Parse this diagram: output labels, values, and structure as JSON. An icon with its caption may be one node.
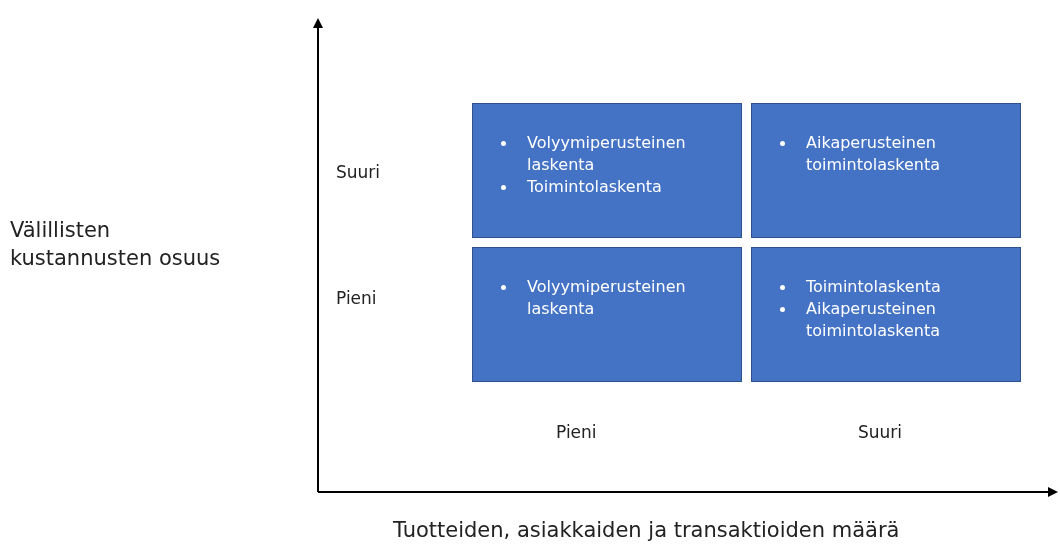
{
  "diagram": {
    "nodes": [
      {
        "text": [
          "Volyymiperusteinen laskenta",
          "Toimintolaskenta"
        ]
      },
      {
        "text": [
          "Aikaperusteinen toimintolaskenta"
        ]
      },
      {
        "text": [
          "Volyymiperusteinen laskenta"
        ]
      },
      {
        "text": [
          "Toimintolaskenta",
          "Aikaperusteinen toimintolaskenta"
        ]
      }
    ],
    "edges": [],
    "labels": [
      "Suuri",
      "Välillisten kustannusten osuus",
      "Pieni",
      "Pieni",
      "Suuri",
      "Tuotteiden, asiakkaiden ja transaktioiden määrä"
    ]
  }
}
